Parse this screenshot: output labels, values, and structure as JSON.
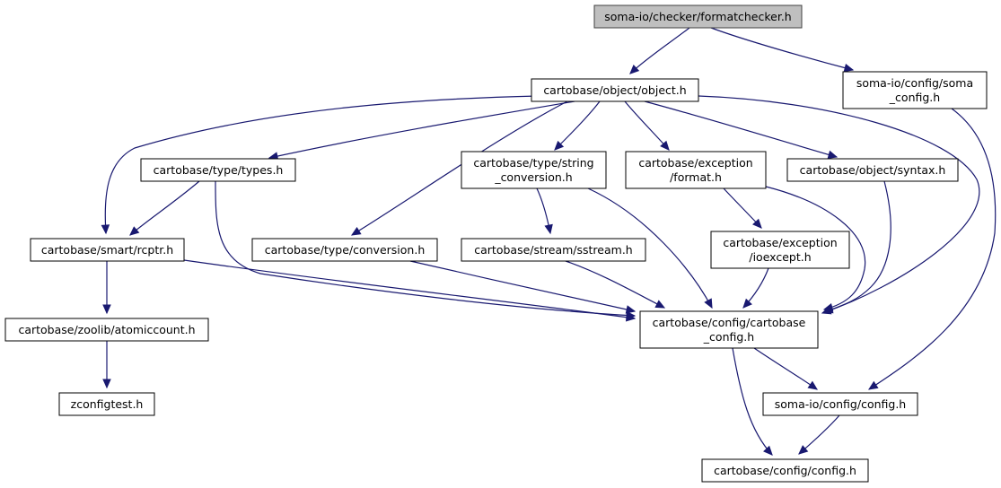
{
  "graph": {
    "nodes": [
      {
        "id": "n_root",
        "lines": [
          "soma-io/checker/formatchecker.h"
        ],
        "root": true
      },
      {
        "id": "n_object",
        "lines": [
          "cartobase/object/object.h"
        ]
      },
      {
        "id": "n_somacfg",
        "lines": [
          "soma-io/config/soma",
          "_config.h"
        ]
      },
      {
        "id": "n_types",
        "lines": [
          "cartobase/type/types.h"
        ]
      },
      {
        "id": "n_strconv",
        "lines": [
          "cartobase/type/string",
          "_conversion.h"
        ]
      },
      {
        "id": "n_format",
        "lines": [
          "cartobase/exception",
          "/format.h"
        ]
      },
      {
        "id": "n_syntax",
        "lines": [
          "cartobase/object/syntax.h"
        ]
      },
      {
        "id": "n_rcptr",
        "lines": [
          "cartobase/smart/rcptr.h"
        ]
      },
      {
        "id": "n_conv",
        "lines": [
          "cartobase/type/conversion.h"
        ]
      },
      {
        "id": "n_sstream",
        "lines": [
          "cartobase/stream/sstream.h"
        ]
      },
      {
        "id": "n_ioexcept",
        "lines": [
          "cartobase/exception",
          "/ioexcept.h"
        ]
      },
      {
        "id": "n_atomic",
        "lines": [
          "cartobase/zoolib/atomiccount.h"
        ]
      },
      {
        "id": "n_cbcfg",
        "lines": [
          "cartobase/config/cartobase",
          "_config.h"
        ]
      },
      {
        "id": "n_zconf",
        "lines": [
          "zconfigtest.h"
        ]
      },
      {
        "id": "n_siocfg",
        "lines": [
          "soma-io/config/config.h"
        ]
      },
      {
        "id": "n_cbconfig",
        "lines": [
          "cartobase/config/config.h"
        ]
      }
    ],
    "edges": [
      {
        "from": "n_root",
        "to": "n_object"
      },
      {
        "from": "n_root",
        "to": "n_somacfg"
      },
      {
        "from": "n_object",
        "to": "n_rcptr"
      },
      {
        "from": "n_object",
        "to": "n_types"
      },
      {
        "from": "n_object",
        "to": "n_conv"
      },
      {
        "from": "n_object",
        "to": "n_strconv"
      },
      {
        "from": "n_object",
        "to": "n_format"
      },
      {
        "from": "n_object",
        "to": "n_syntax"
      },
      {
        "from": "n_object",
        "to": "n_cbcfg"
      },
      {
        "from": "n_somacfg",
        "to": "n_siocfg"
      },
      {
        "from": "n_types",
        "to": "n_rcptr"
      },
      {
        "from": "n_types",
        "to": "n_cbcfg"
      },
      {
        "from": "n_strconv",
        "to": "n_sstream"
      },
      {
        "from": "n_strconv",
        "to": "n_cbcfg"
      },
      {
        "from": "n_format",
        "to": "n_ioexcept"
      },
      {
        "from": "n_format",
        "to": "n_cbcfg"
      },
      {
        "from": "n_syntax",
        "to": "n_cbcfg"
      },
      {
        "from": "n_rcptr",
        "to": "n_atomic"
      },
      {
        "from": "n_rcptr",
        "to": "n_cbcfg"
      },
      {
        "from": "n_conv",
        "to": "n_cbcfg"
      },
      {
        "from": "n_sstream",
        "to": "n_cbcfg"
      },
      {
        "from": "n_ioexcept",
        "to": "n_cbcfg"
      },
      {
        "from": "n_atomic",
        "to": "n_zconf"
      },
      {
        "from": "n_cbcfg",
        "to": "n_siocfg"
      },
      {
        "from": "n_cbcfg",
        "to": "n_cbconfig"
      },
      {
        "from": "n_siocfg",
        "to": "n_cbconfig"
      }
    ]
  }
}
